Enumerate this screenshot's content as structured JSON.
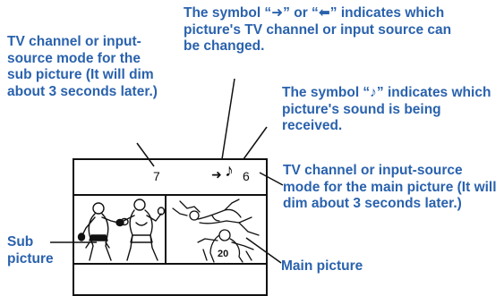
{
  "callouts": {
    "selection_symbol": "The symbol “➜” or “⬅” indicates which picture's TV channel or input source can be changed.",
    "sub_mode": "TV channel or input-source mode for the sub picture (It will dim about 3 seconds later.)",
    "sound_symbol": "The symbol “♪” indicates which picture's sound is being received.",
    "main_mode": "TV channel or input-source mode for the main picture (It will dim about 3 seconds later.)",
    "sub_picture": "Sub picture",
    "main_picture": "Main picture"
  },
  "screen": {
    "sub_channel": "7",
    "main_channel": "6",
    "arrow_symbol": "➜",
    "sound_symbol": "♪"
  },
  "colors": {
    "callout_text": "#2a62ad",
    "lines": "#111111"
  }
}
